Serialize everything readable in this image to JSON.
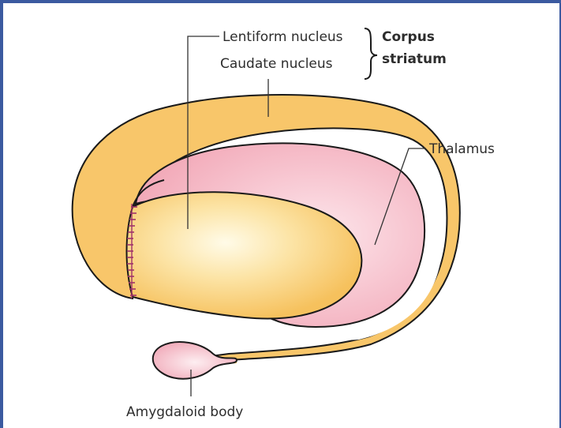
{
  "labels": {
    "lentiform": "Lentiform nucleus",
    "caudate": "Caudate nucleus",
    "corpus_line1": "Corpus",
    "corpus_line2": "striatum",
    "thalamus": "Thalamus",
    "amygdaloid": "Amygdaloid body"
  },
  "colors": {
    "frame_border": "#3b5aa0",
    "caudate_fill": "#f8c66a",
    "lentiform_center": "#fffbe8",
    "lentiform_edge": "#f6c15d",
    "thalamus_fill": "#f4b3c0",
    "thalamus_highlight": "#fde7ec",
    "outline": "#1a1a1a",
    "stripes": "#a0336a"
  }
}
